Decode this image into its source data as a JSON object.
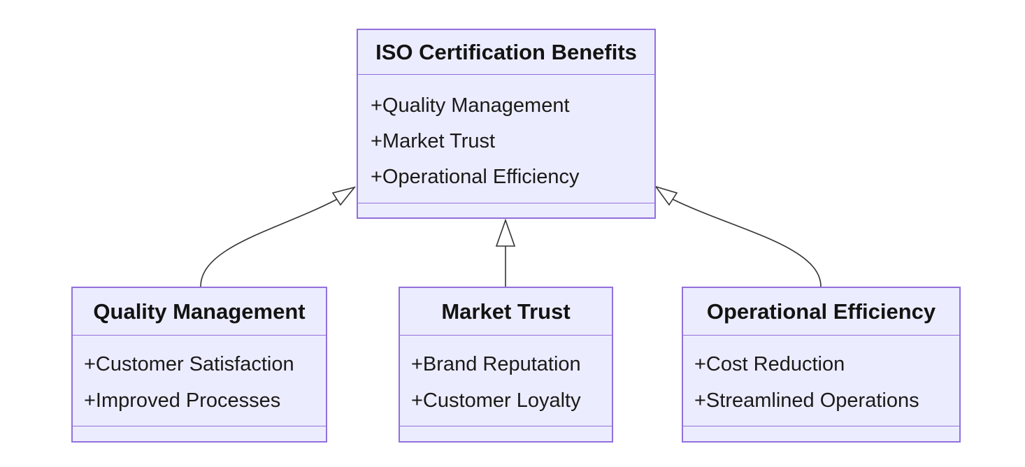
{
  "diagram_type": "uml-class-diagram",
  "background": "#ffffff",
  "colors": {
    "node_fill": "#ECECFF",
    "node_border": "#9370DB",
    "edge_line": "#333333",
    "arrowhead_fill": "#ffffff",
    "text": "#131313"
  },
  "classes": {
    "iso": {
      "name": "ISO Certification Benefits",
      "attributes": [
        "+Quality Management",
        "+Market Trust",
        "+Operational Efficiency"
      ]
    },
    "quality": {
      "name": "Quality Management",
      "attributes": [
        "+Customer Satisfaction",
        "+Improved Processes"
      ]
    },
    "market": {
      "name": "Market Trust",
      "attributes": [
        "+Brand Reputation",
        "+Customer Loyalty"
      ]
    },
    "operational": {
      "name": "Operational Efficiency",
      "attributes": [
        "+Cost Reduction",
        "+Streamlined Operations"
      ]
    }
  },
  "relations": [
    {
      "from": "Quality Management",
      "to": "ISO Certification Benefits",
      "type": "inheritance"
    },
    {
      "from": "Market Trust",
      "to": "ISO Certification Benefits",
      "type": "inheritance"
    },
    {
      "from": "Operational Efficiency",
      "to": "ISO Certification Benefits",
      "type": "inheritance"
    }
  ]
}
